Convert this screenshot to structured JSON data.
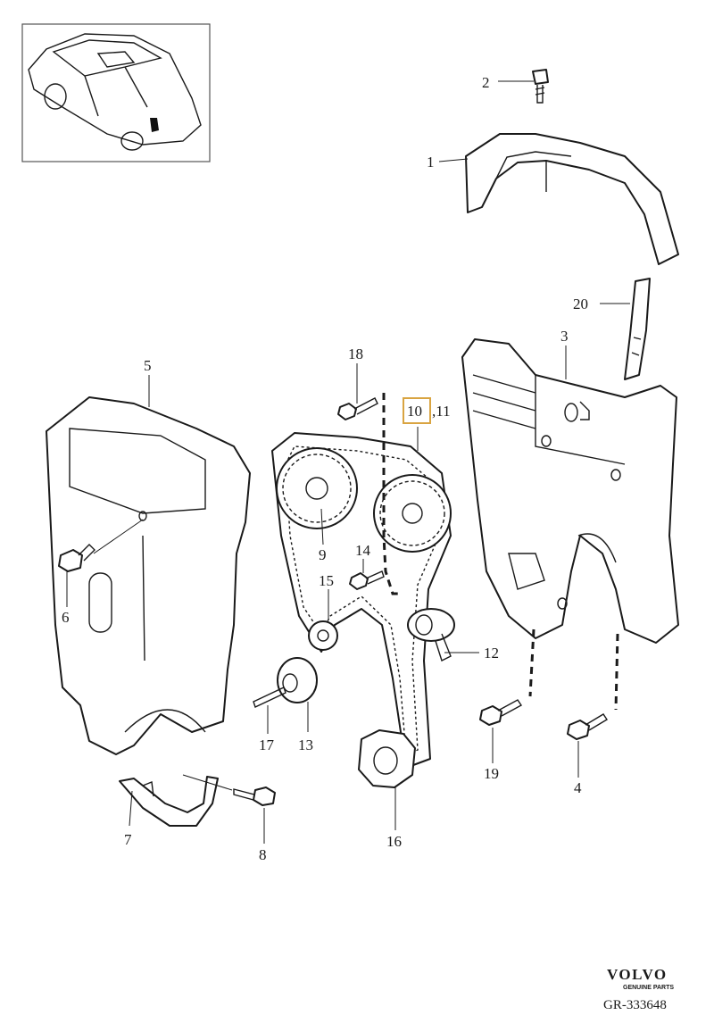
{
  "callouts": {
    "c1": "1",
    "c2": "2",
    "c3": "3",
    "c4": "4",
    "c5": "5",
    "c6": "6",
    "c7": "7",
    "c8": "8",
    "c9": "9",
    "c10": "10",
    "c11": ",11",
    "c12": "12",
    "c13": "13",
    "c14": "14",
    "c15": "15",
    "c16": "16",
    "c17": "17",
    "c18": "18",
    "c19": "19",
    "c20": "20"
  },
  "brand": {
    "name": "VOLVO",
    "tagline": "GENUINE PARTS"
  },
  "reference": "GR-333648",
  "colors": {
    "line": "#1a1a1a",
    "highlight": "#d9a441",
    "background": "#ffffff"
  }
}
